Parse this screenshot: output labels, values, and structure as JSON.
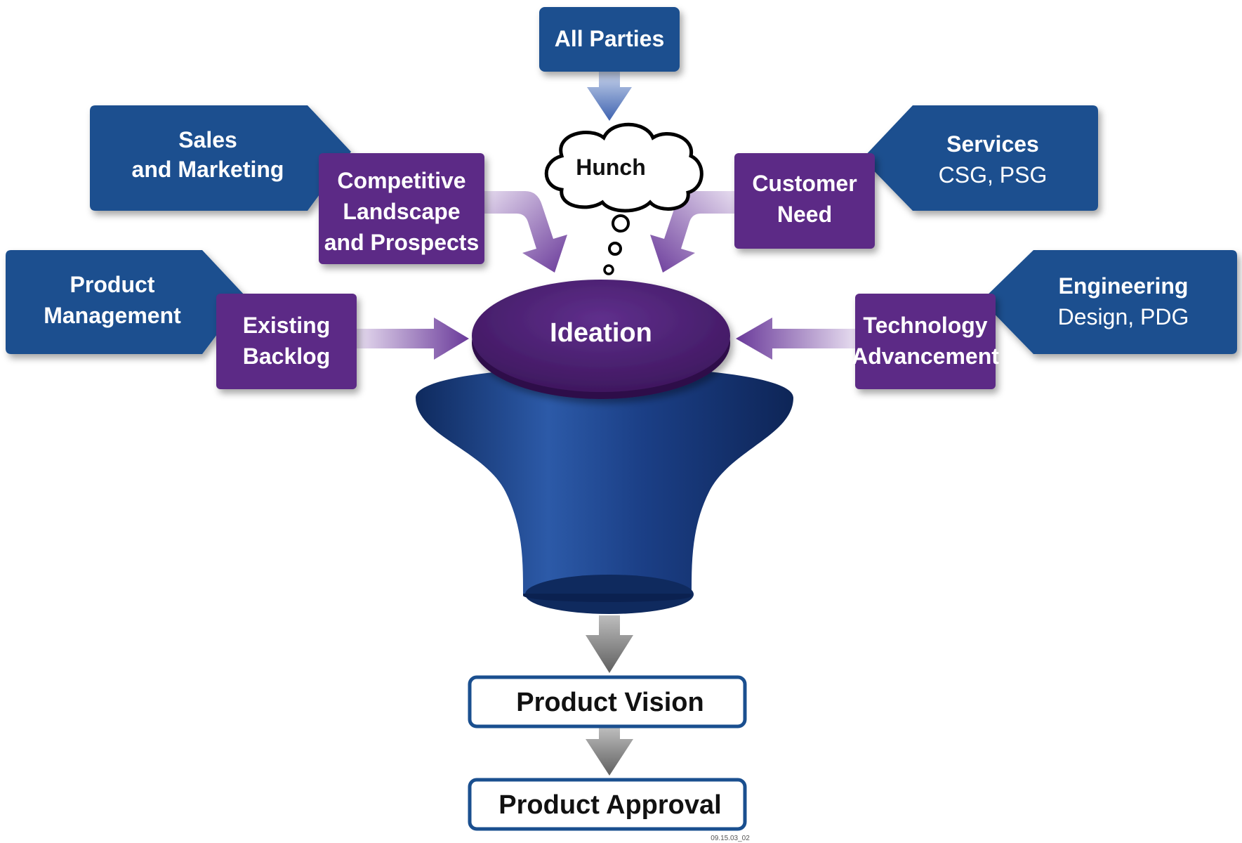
{
  "diagram": {
    "nodes": {
      "all_parties": {
        "lines": [
          "All Parties"
        ]
      },
      "hunch": {
        "lines": [
          "Hunch"
        ]
      },
      "sales_marketing": {
        "lines": [
          "Sales",
          "and Marketing"
        ]
      },
      "competitive": {
        "lines": [
          "Competitive",
          "Landscape",
          "and Prospects"
        ]
      },
      "services": {
        "title": "Services",
        "subtitle": "CSG, PSG"
      },
      "customer_need": {
        "lines": [
          "Customer",
          "Need"
        ]
      },
      "product_management": {
        "lines": [
          "Product",
          "Management"
        ]
      },
      "existing_backlog": {
        "lines": [
          "Existing",
          "Backlog"
        ]
      },
      "engineering": {
        "title": "Engineering",
        "subtitle": "Design, PDG"
      },
      "technology": {
        "lines": [
          "Technology",
          "Advancement"
        ]
      },
      "ideation": {
        "lines": [
          "Ideation"
        ]
      },
      "product_vision": {
        "lines": [
          "Product Vision"
        ]
      },
      "product_approval": {
        "lines": [
          "Product Approval"
        ]
      }
    },
    "footnote": "09.15.03_02",
    "colors": {
      "blue_box": "#1a4f8f",
      "purple_box": "#5b2a86",
      "ideation": "#4a1f6e",
      "funnel": "#17397a",
      "outline_box": "#1a4f8f",
      "gray_arrow": "#6f6f6f"
    }
  }
}
